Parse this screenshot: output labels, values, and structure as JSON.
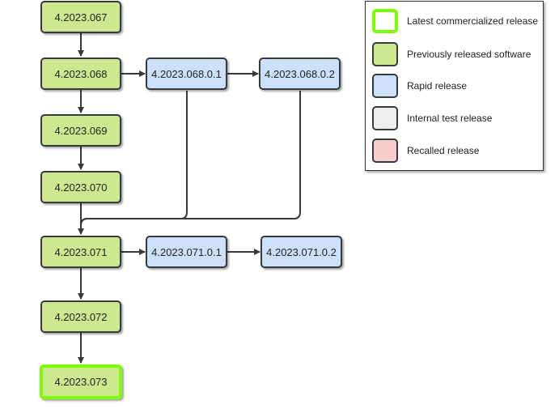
{
  "nodes": {
    "n067": "4.2023.067",
    "n068": "4.2023.068",
    "n0681": "4.2023.068.0.1",
    "n0682": "4.2023.068.0.2",
    "n069": "4.2023.069",
    "n070": "4.2023.070",
    "n071": "4.2023.071",
    "n0711": "4.2023.071.0.1",
    "n0712": "4.2023.071.0.2",
    "n072": "4.2023.072",
    "n073": "4.2023.073"
  },
  "legend": {
    "items": [
      {
        "label": "Latest commercialized release",
        "color": "#ffffff",
        "border": "#7bff00"
      },
      {
        "label": "Previously released software",
        "color": "#cde88e",
        "border": "#36393d"
      },
      {
        "label": "Rapid release",
        "color": "#cce0fa",
        "border": "#36393d"
      },
      {
        "label": "Internal test release",
        "color": "#eeeeee",
        "border": "#36393d"
      },
      {
        "label": "Recalled release",
        "color": "#f8cecc",
        "border": "#36393d"
      }
    ]
  },
  "colors": {
    "released": "#cde88e",
    "rapid": "#cce0fa",
    "latest_border": "#7bff00",
    "edge": "#36393d"
  }
}
